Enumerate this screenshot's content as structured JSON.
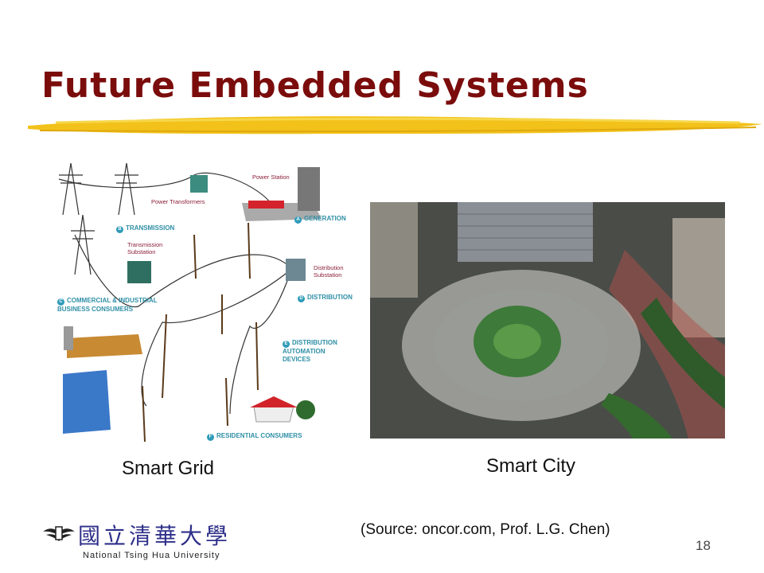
{
  "title": "Future Embedded Systems",
  "smart_grid": {
    "caption": "Smart Grid",
    "labels": {
      "power_station": "Power Station",
      "power_transformers": "Power Transformers",
      "generation": "GENERATION",
      "transmission": "TRANSMISSION",
      "transmission_substation": "Transmission Substation",
      "distribution_substation": "Distribution Substation",
      "commercial": "COMMERCIAL & INDUSTRIAL BUSINESS CONSUMERS",
      "distribution": "DISTRIBUTION",
      "automation": "DISTRIBUTION AUTOMATION DEVICES",
      "residential": "RESIDENTIAL CONSUMERS"
    },
    "badges": {
      "a": "A",
      "b": "B",
      "c": "C",
      "d": "D",
      "e": "E",
      "f": "F"
    }
  },
  "smart_city": {
    "caption": "Smart City"
  },
  "source": "(Source: oncor.com, Prof. L.G. Chen)",
  "page_number": "18",
  "logo": {
    "chinese": "國立清華大學",
    "english": "National Tsing Hua University"
  },
  "colors": {
    "title": "#7b0c0c",
    "brush": "#f2c21b"
  }
}
